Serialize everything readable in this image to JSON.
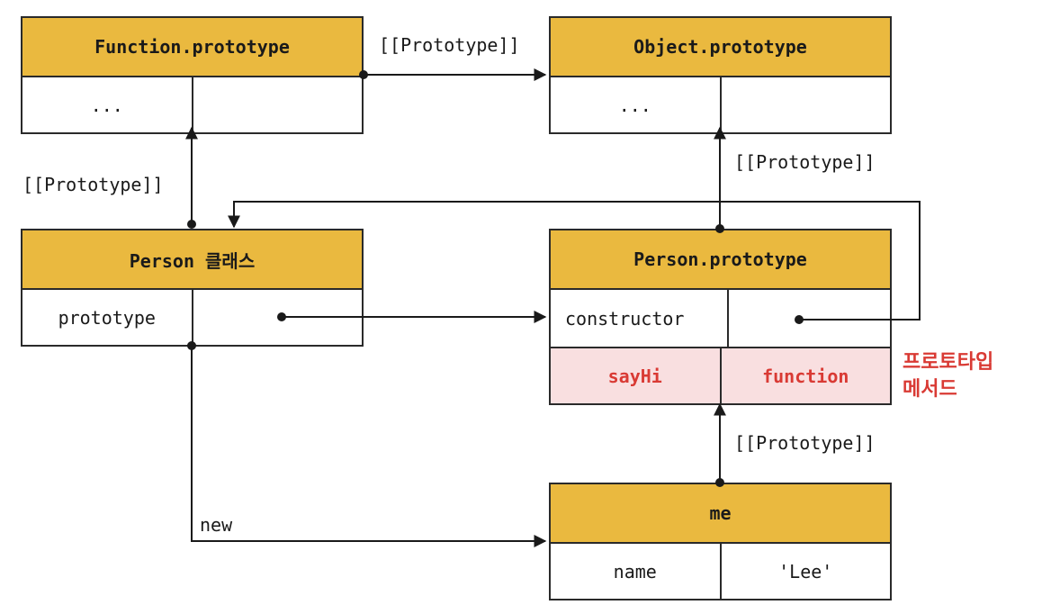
{
  "function_prototype": {
    "title": "Function.prototype",
    "cell_left": "...",
    "cell_right": ""
  },
  "object_prototype": {
    "title": "Object.prototype",
    "cell_left": "...",
    "cell_right": ""
  },
  "person_class": {
    "title": "Person 클래스",
    "key": "prototype"
  },
  "person_prototype": {
    "title": "Person.prototype",
    "key": "constructor",
    "method_key": "sayHi",
    "method_value": "function"
  },
  "me": {
    "title": "me",
    "key": "name",
    "value": "'Lee'"
  },
  "labels": {
    "proto_top": "[[Prototype]]",
    "proto_left": "[[Prototype]]",
    "proto_right_upper": "[[Prototype]]",
    "proto_right_lower": "[[Prototype]]",
    "new_label": "new"
  },
  "note": {
    "line1": "프로토타입",
    "line2": "메서드"
  }
}
